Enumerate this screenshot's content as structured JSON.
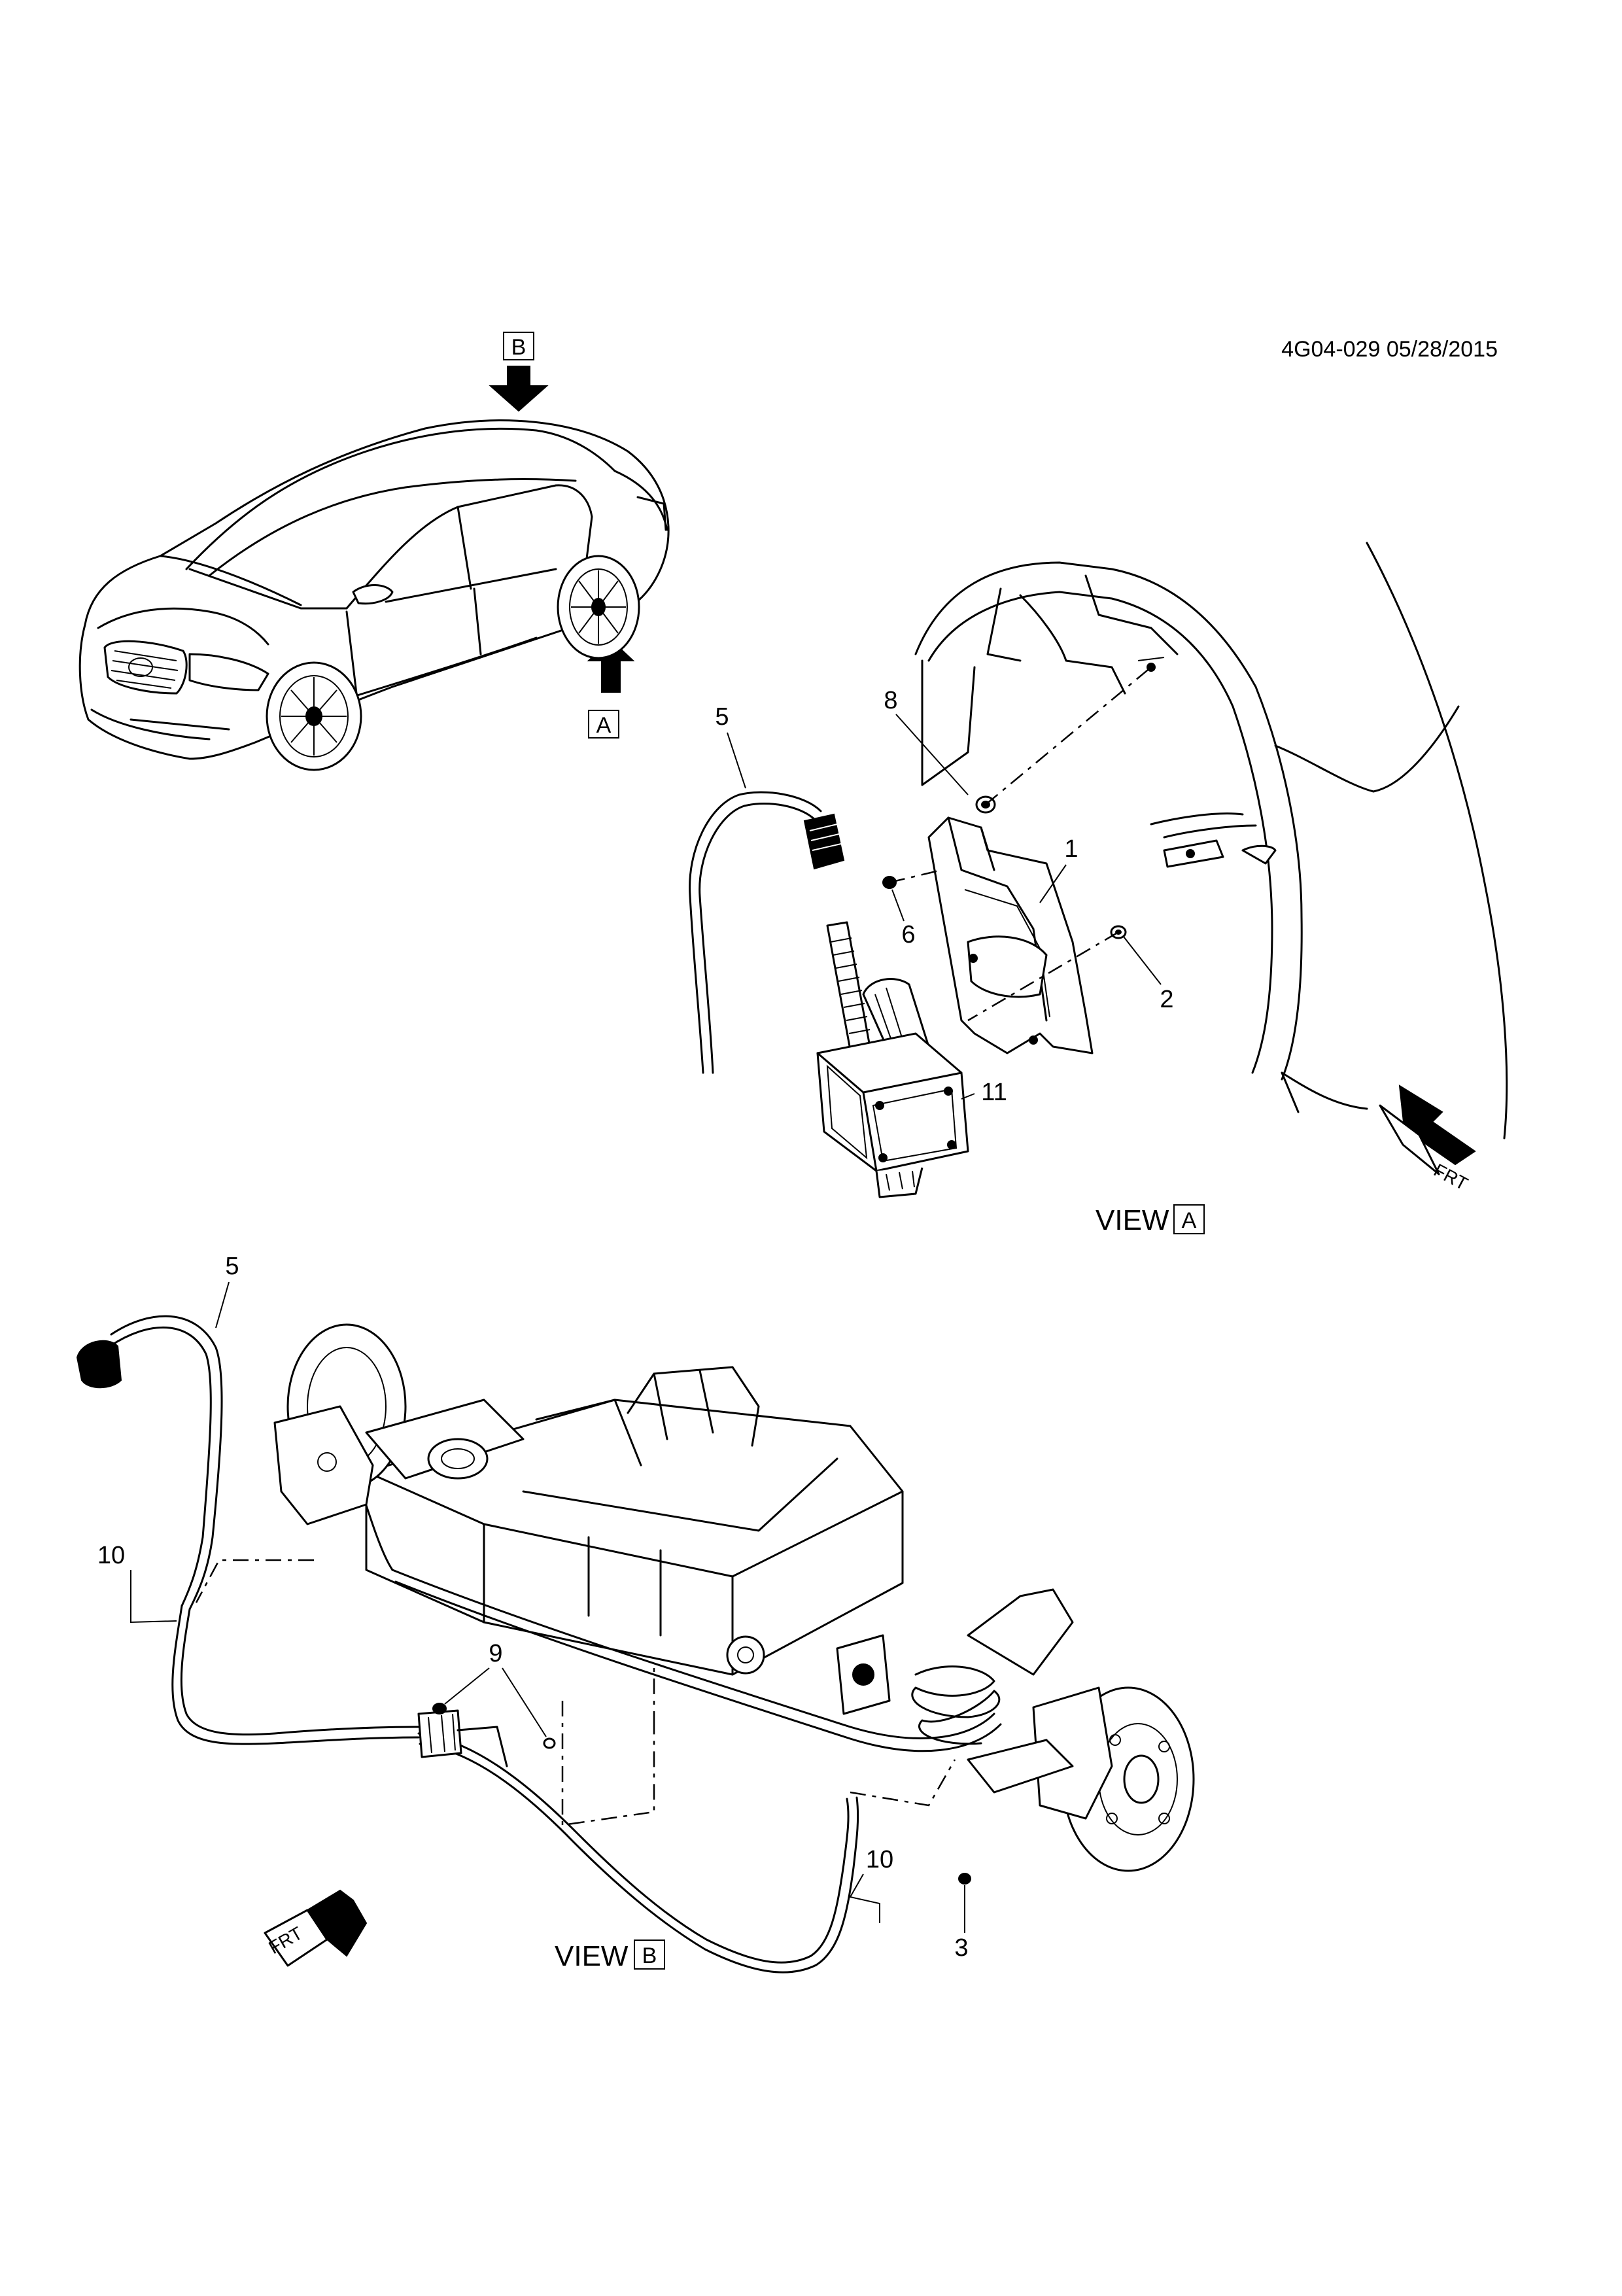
{
  "header": {
    "drawing_id": "4G04-029 05/28/2015"
  },
  "overview": {
    "view_marker_top": "B",
    "view_marker_side": "A"
  },
  "view_a": {
    "title": "VIEW",
    "letter": "A",
    "front_marker": "FRT",
    "callouts": [
      "5",
      "8",
      "1",
      "6",
      "2",
      "11"
    ]
  },
  "view_b": {
    "title": "VIEW",
    "letter": "B",
    "front_marker": "FRT",
    "callouts": [
      "5",
      "10",
      "9",
      "10",
      "3"
    ]
  }
}
